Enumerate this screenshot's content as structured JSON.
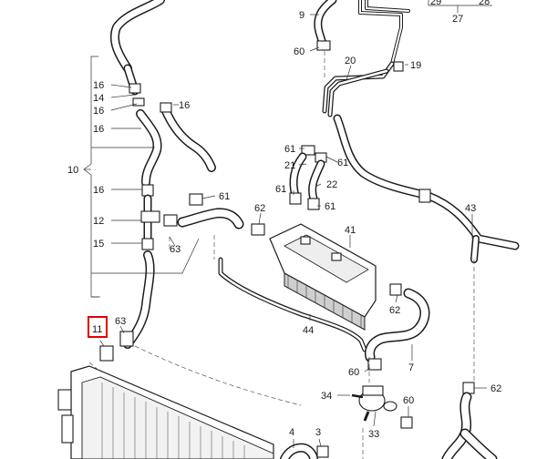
{
  "highlight_color": "#e00000",
  "highlighted_callout": "11",
  "callouts": {
    "c29": "29",
    "c27": "27",
    "c28": "28",
    "c9": "9",
    "c60a": "60",
    "c20": "20",
    "c19": "19",
    "c16a": "16",
    "c14": "14",
    "c16b": "16",
    "c16c": "16",
    "c16d": "16",
    "c10": "10",
    "c16e": "16",
    "c12": "12",
    "c15": "15",
    "c63a": "63",
    "c61a": "61",
    "c61b": "61",
    "c21": "21",
    "c61c": "61",
    "c22": "22",
    "c61d": "61",
    "c61e": "61",
    "c62a": "62",
    "c41": "41",
    "c43": "43",
    "c11": "11",
    "c63b": "63",
    "c62b": "62",
    "c44": "44",
    "c7": "7",
    "c60b": "60",
    "c62c": "62",
    "c34": "34",
    "c60c": "60",
    "c33": "33",
    "c4": "4",
    "c3": "3"
  }
}
